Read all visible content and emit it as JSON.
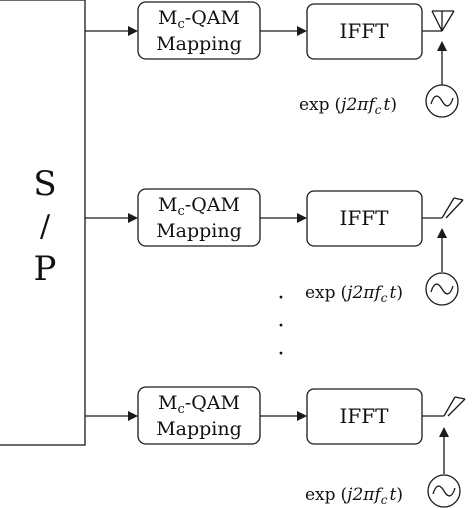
{
  "splitter": {
    "line1": "S",
    "line2": "/",
    "line3": "P"
  },
  "mapper": {
    "m_letter": "M",
    "m_subscript": "c",
    "suffix": "-QAM",
    "line2": "Mapping"
  },
  "ifft_label": "IFFT",
  "carrier": {
    "fn": "exp",
    "open": "(",
    "j2": "j2",
    "pi": "π",
    "f": "f",
    "f_sub": "c",
    "t": "t",
    "close": ")"
  },
  "continuation_dots": "·",
  "branch_count": 3
}
